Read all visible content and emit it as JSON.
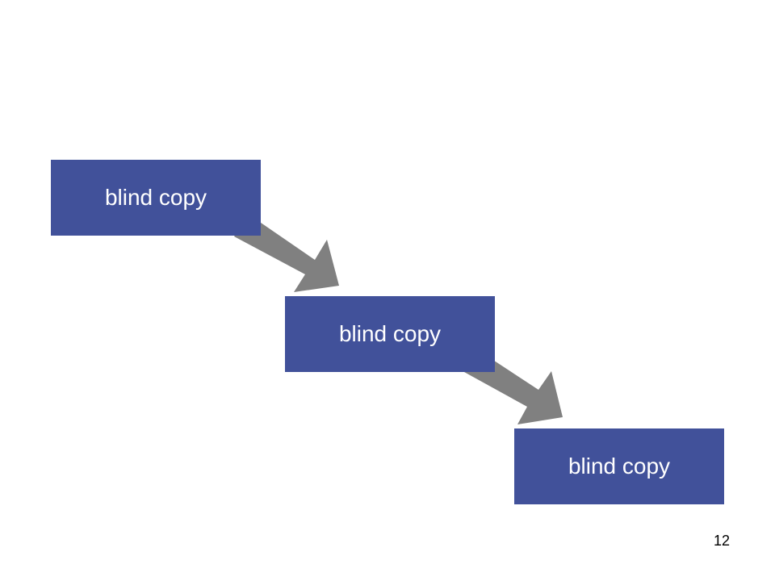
{
  "colors": {
    "box_fill": "#41519A",
    "box_text": "#FFFFFF",
    "arrow_fill": "#808080"
  },
  "boxes": [
    {
      "label": "blind copy"
    },
    {
      "label": "blind copy"
    },
    {
      "label": "blind copy"
    }
  ],
  "page_number": "12"
}
